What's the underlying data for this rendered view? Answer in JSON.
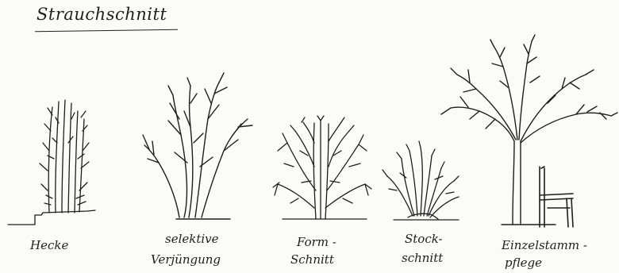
{
  "title": "Strauchschnitt",
  "captions": {
    "hecke": "Hecke",
    "selektive_line1": "selektive",
    "selektive_line2": "Verjüngung",
    "form_line1": "Form -",
    "form_line2": "Schnitt",
    "stock_line1": "Stock-",
    "stock_line2": "schnitt",
    "einzel_line1": "Einzelstamm -",
    "einzel_line2": "pflege"
  },
  "colors": {
    "ink": "#1e1e1e",
    "paper": "#fbfbf8"
  },
  "illustrations": [
    "hedge-drawing",
    "selective-rejuvenation-shrub-drawing",
    "form-cut-shrub-drawing",
    "stool-cut-shrub-drawing",
    "single-trunk-tree-drawing",
    "bench-drawing"
  ]
}
